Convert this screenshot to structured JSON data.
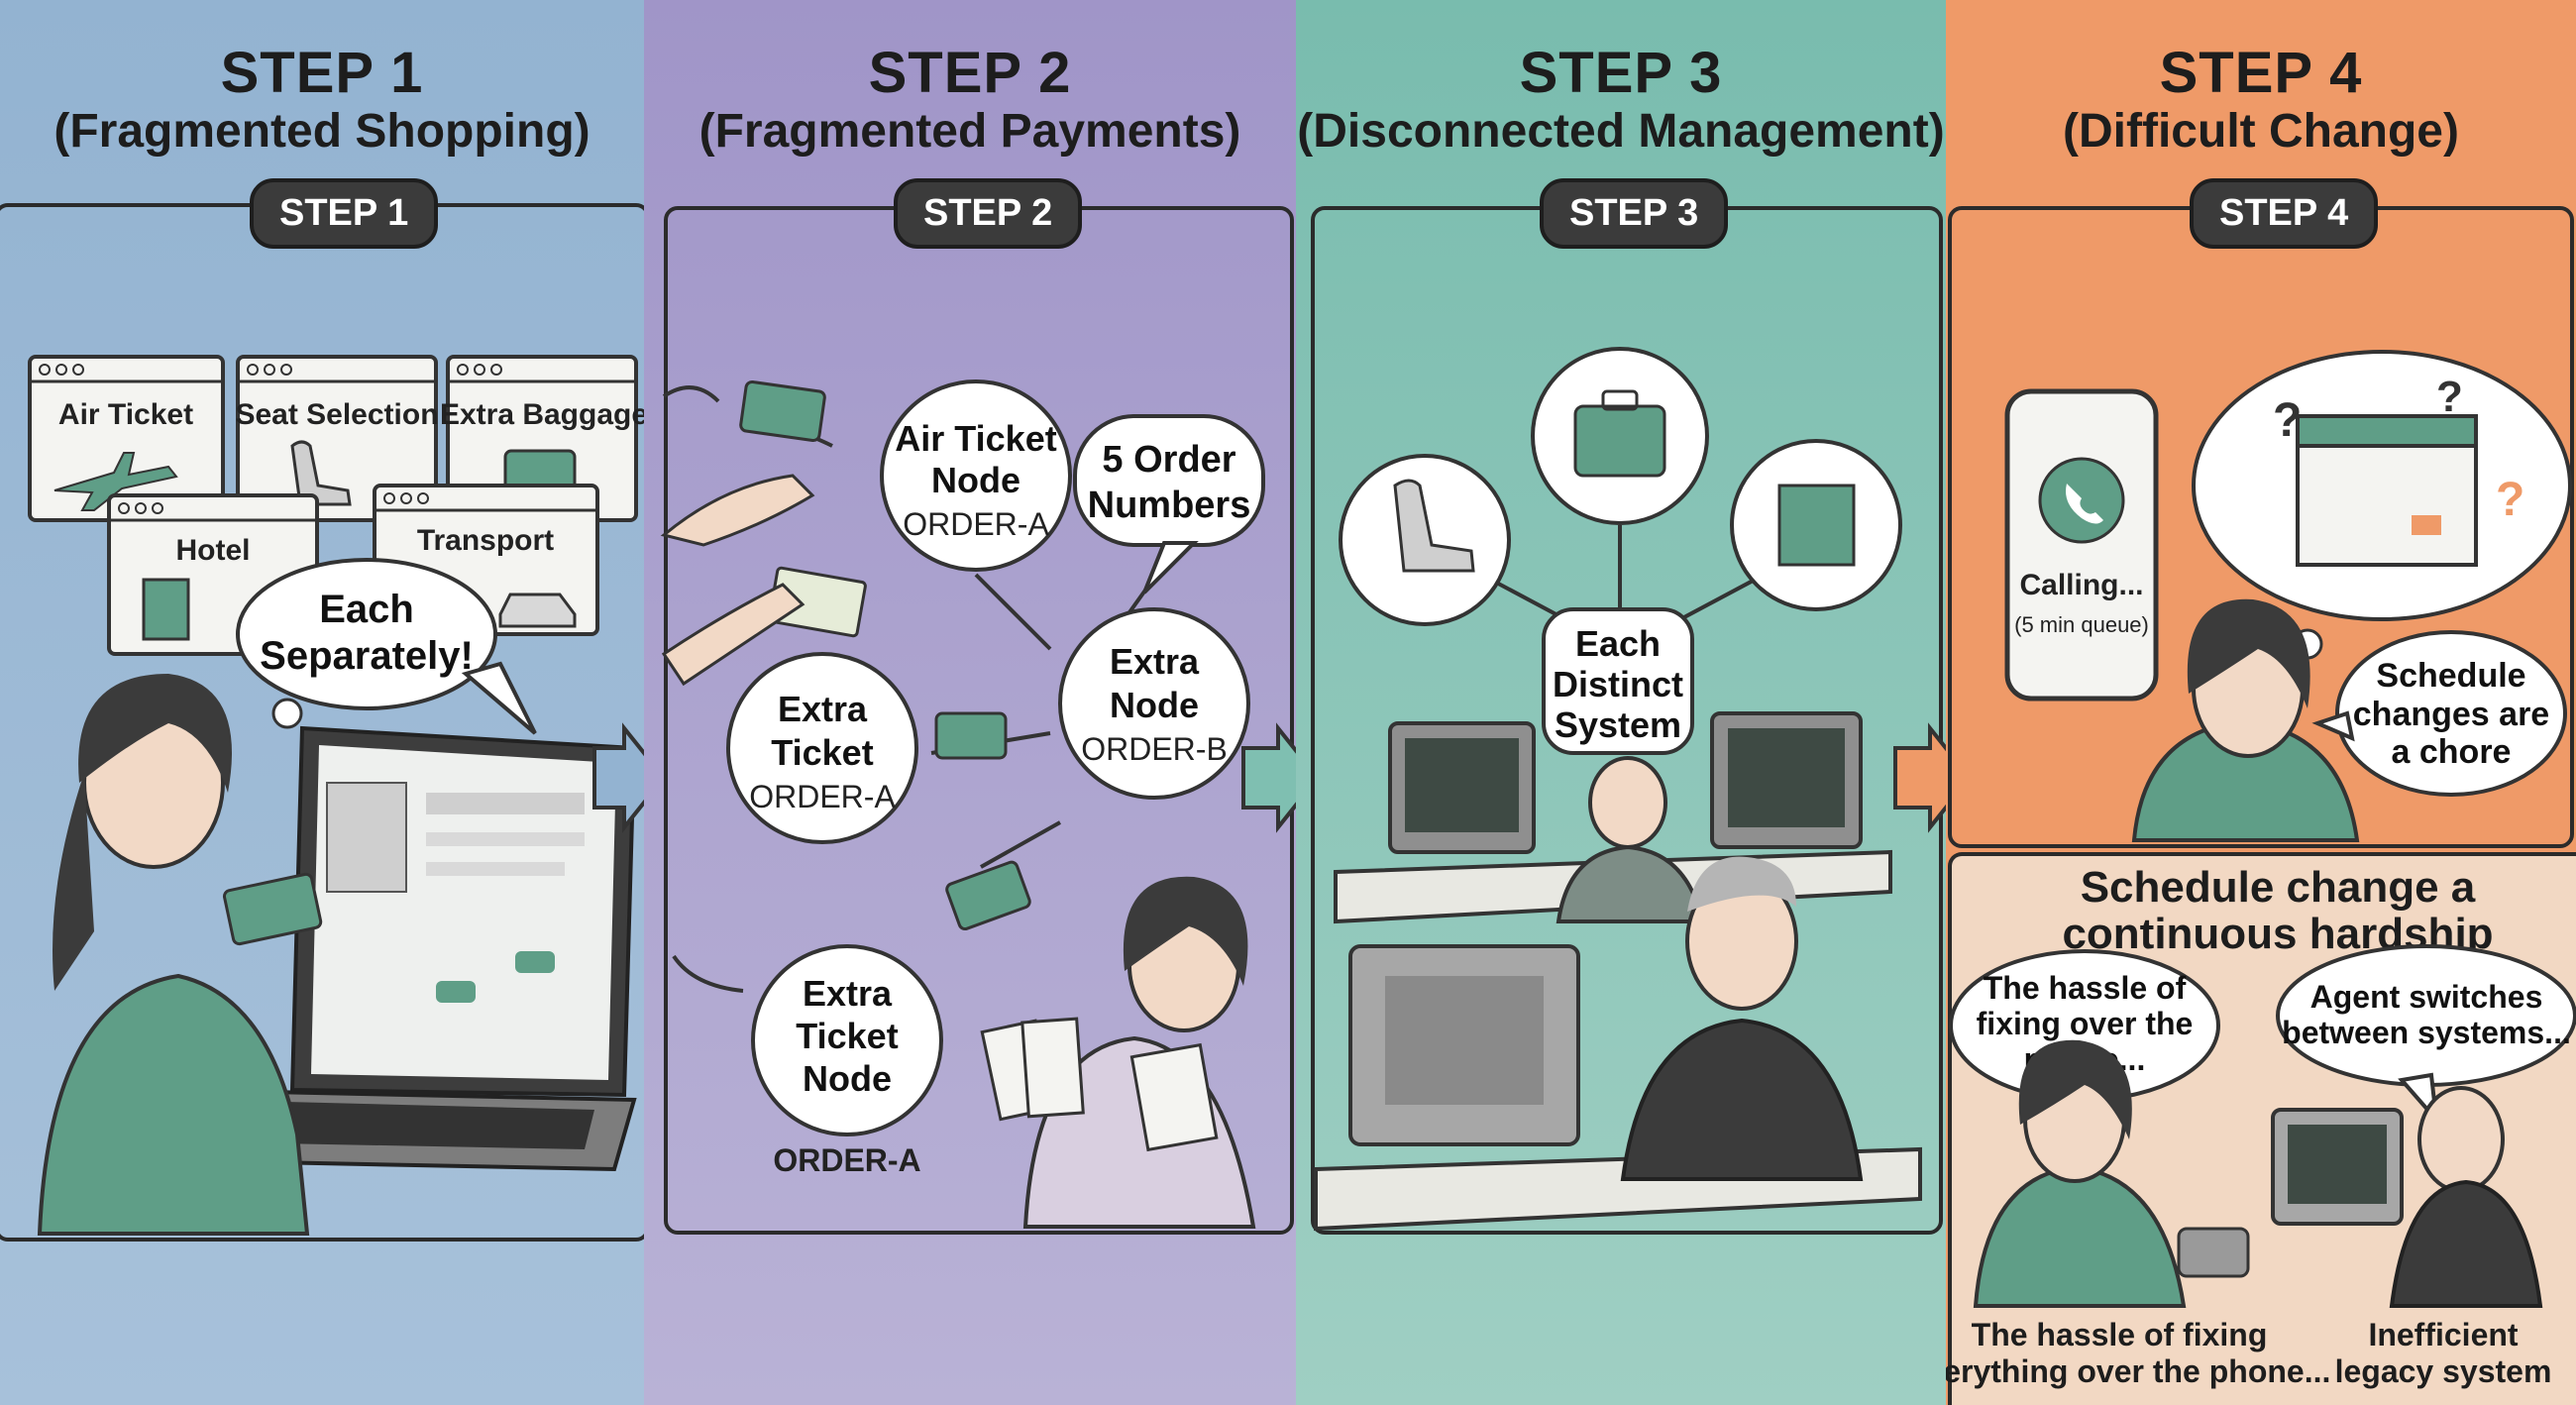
{
  "colors": {
    "step1": "#9bb8d3",
    "step2": "#a79ecb",
    "step3": "#7fbfb1",
    "step4": "#ef9a68",
    "step4_lower": "#f2d8c3",
    "accent_green": "#5f9e87"
  },
  "steps": [
    {
      "heading": "STEP 1",
      "subtitle": "(Fragmented Shopping)",
      "pill": "STEP 1"
    },
    {
      "heading": "STEP 2",
      "subtitle": "(Fragmented Payments)",
      "pill": "STEP 2"
    },
    {
      "heading": "STEP 3",
      "subtitle": "(Disconnected Management)",
      "pill": "STEP 3"
    },
    {
      "heading": "STEP 4",
      "subtitle": "(Difficult Change)",
      "pill": "STEP 4"
    }
  ],
  "step1": {
    "windows": [
      "Air Ticket",
      "Seat Selection",
      "Extra Baggage",
      "Hotel",
      "Transport"
    ],
    "speech": [
      "Each",
      "Separately!"
    ]
  },
  "step2": {
    "nodes": [
      {
        "lines": [
          "Air Ticket",
          "Node"
        ],
        "order": "ORDER-A"
      },
      {
        "lines": [
          "Extra",
          "Ticket"
        ],
        "order": "ORDER-A"
      },
      {
        "lines": [
          "Extra",
          "Node"
        ],
        "order": "ORDER-B"
      },
      {
        "lines": [
          "Extra",
          "Ticket",
          "Node"
        ],
        "order": "ORDER-A"
      }
    ],
    "speech": [
      "5 Order",
      "Numbers"
    ]
  },
  "step3": {
    "label": [
      "Each",
      "Distinct",
      "System"
    ]
  },
  "step4": {
    "phone": {
      "status": "Calling...",
      "queue": "(5 min queue)"
    },
    "speech": [
      "Schedule",
      "changes are",
      "a chore"
    ],
    "lower_title": [
      "Schedule change a",
      "continuous hardship"
    ],
    "bubble_left": [
      "The hassle of",
      "fixing over the",
      "phone..."
    ],
    "bubble_right": [
      "Agent switches",
      "between systems..."
    ],
    "caption_left": [
      "The hassle of fixing",
      "everything over the phone..."
    ],
    "caption_right": [
      "Inefficient",
      "legacy system"
    ]
  }
}
